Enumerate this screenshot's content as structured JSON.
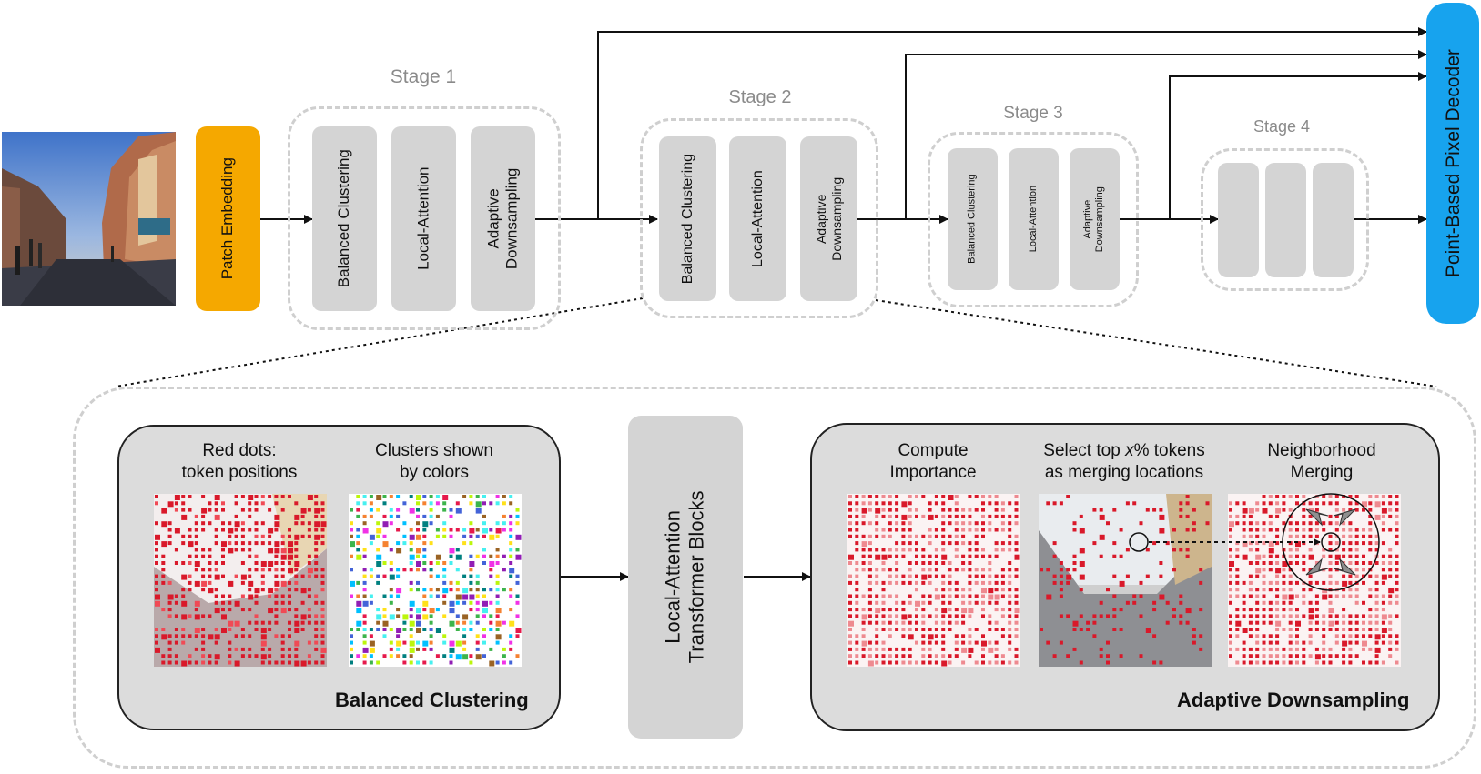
{
  "input": {
    "photo": "street-scene-photo"
  },
  "patch_embedding": {
    "label": "Patch Embedding",
    "color": "#F5A800"
  },
  "decoder": {
    "label": "Point-Based Pixel Decoder",
    "color": "#17A3EE"
  },
  "stages": [
    {
      "title": "Stage 1",
      "blocks": [
        "Balanced Clustering",
        "Local-Attention",
        "Adaptive\nDownsampling"
      ]
    },
    {
      "title": "Stage 2",
      "blocks": [
        "Balanced Clustering",
        "Local-Attention",
        "Adaptive\nDownsampling"
      ]
    },
    {
      "title": "Stage 3",
      "blocks": [
        "Balanced Clustering",
        "Local-Attention",
        "Adaptive\nDownsampling"
      ]
    },
    {
      "title": "Stage 4",
      "blocks": [
        "",
        "",
        ""
      ]
    }
  ],
  "detail": {
    "balanced_clustering": {
      "title": "Balanced Clustering",
      "captions": [
        "Red dots:\ntoken positions",
        "Clusters shown\nby colors"
      ]
    },
    "transformer": {
      "label": "Local-Attention\nTransformer Blocks"
    },
    "adaptive_downsampling": {
      "title": "Adaptive Downsampling",
      "caption1": "Compute\nImportance",
      "caption2_line1_prefix": "Select top ",
      "caption2_line1_var": "x",
      "caption2_line1_suffix": "% tokens",
      "caption2_line2": "as merging locations",
      "caption3": "Neighborhood\nMerging"
    }
  },
  "colors": {
    "block_gray": "#d4d4d4",
    "dashed_gray": "#cfcfcf",
    "token_red": "#d9192a",
    "panel_gray": "#dcdcdc"
  }
}
